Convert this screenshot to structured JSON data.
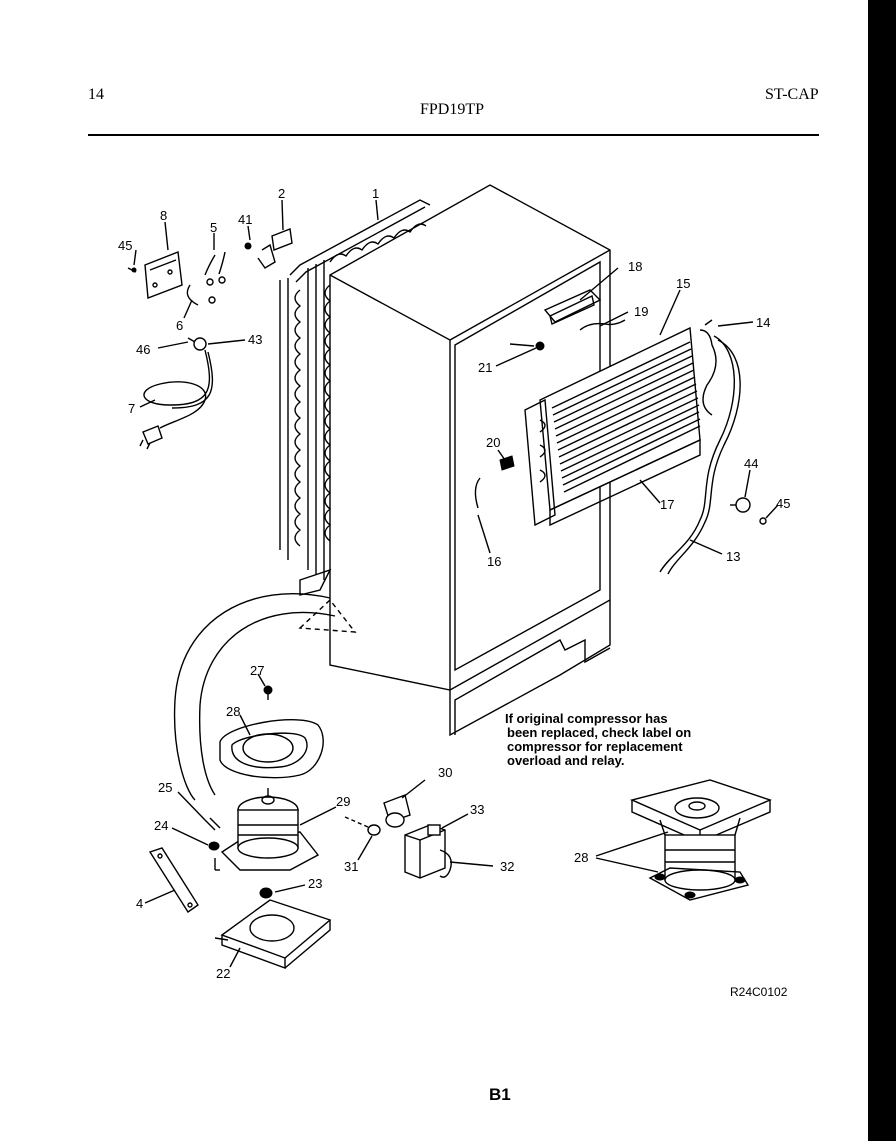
{
  "header": {
    "page_number": "14",
    "model": "FPD19TP",
    "series_code": "ST-CAP"
  },
  "callouts": {
    "c1": "1",
    "c2": "2",
    "c41": "41",
    "c8": "8",
    "c5": "5",
    "c45a": "45",
    "c6": "6",
    "c46": "46",
    "c43": "43",
    "c7": "7",
    "c18": "18",
    "c15": "15",
    "c14": "14",
    "c19": "19",
    "c21": "21",
    "c20": "20",
    "c17": "17",
    "c16": "16",
    "c44": "44",
    "c45b": "45",
    "c13": "13",
    "c27": "27",
    "c28a": "28",
    "c25": "25",
    "c24": "24",
    "c29": "29",
    "c30": "30",
    "c33": "33",
    "c31": "31",
    "c32": "32",
    "c23": "23",
    "c4": "4",
    "c22": "22",
    "c28b": "28"
  },
  "note": {
    "line1": "If original compressor has",
    "line2": "been replaced, check label on",
    "line3": "compressor for replacement",
    "line4": "overload and relay."
  },
  "footer": {
    "reference_code": "R24C0102",
    "page_label": "B1"
  }
}
